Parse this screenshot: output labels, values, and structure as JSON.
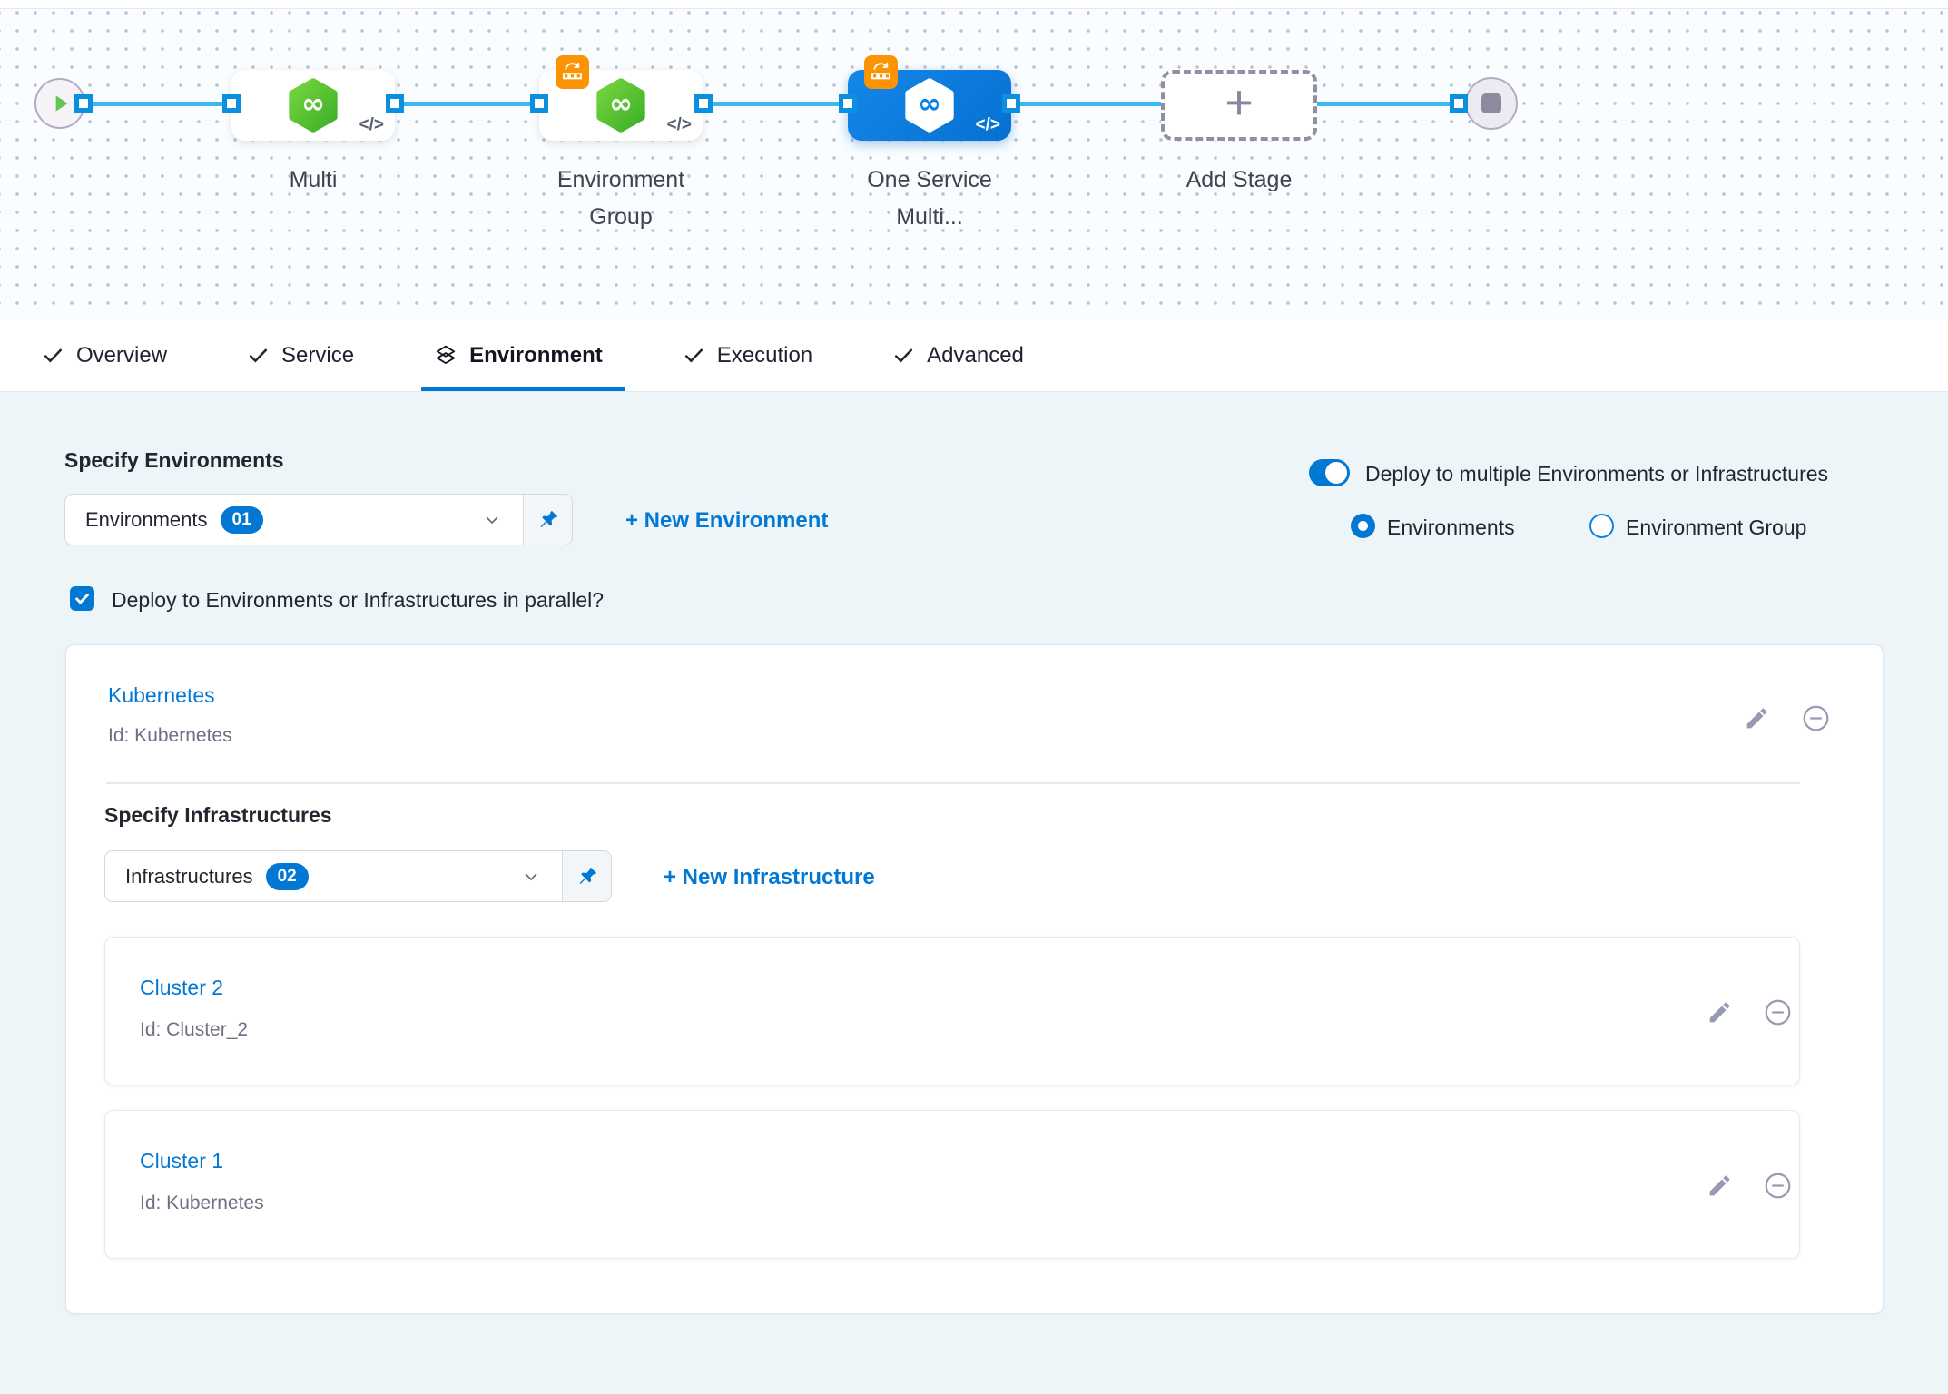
{
  "pipeline": {
    "stages": [
      {
        "label": "Multi",
        "selected": false
      },
      {
        "label": "Environment Group",
        "selected": false
      },
      {
        "label": "One Service Multi...",
        "selected": true
      },
      {
        "label": "Add Stage",
        "selected": false
      }
    ]
  },
  "glyphs": {
    "code": "</>",
    "plus": "+",
    "infinity": "∞"
  },
  "icons": {
    "tab_done": "check-icon",
    "environment_tab": "layers-diamond-icon",
    "stage_service": "hexagon-infinity-icon",
    "stage_badge": "rollback-steps-icon",
    "dropdown": "chevron-down-icon",
    "pin": "pushpin-icon",
    "edit": "pencil-icon",
    "remove": "minus-circle-icon",
    "start": "play-icon",
    "end": "stop-icon"
  },
  "tabs": [
    {
      "label": "Overview"
    },
    {
      "label": "Service"
    },
    {
      "label": "Environment"
    },
    {
      "label": "Execution"
    },
    {
      "label": "Advanced"
    }
  ],
  "environment_tab": {
    "specify_environments": {
      "heading": "Specify Environments",
      "dropdown_label": "Environments",
      "dropdown_count": "01",
      "new_environment_link": "+ New Environment"
    },
    "deploy_multiple": {
      "toggle_label": "Deploy to multiple Environments or Infrastructures",
      "option_environments": "Environments",
      "option_environment_group": "Environment Group"
    },
    "parallel_checkbox_label": "Deploy to Environments or Infrastructures in parallel?",
    "environment_card": {
      "name": "Kubernetes",
      "id": "Id: Kubernetes",
      "specify_infrastructures": {
        "heading": "Specify Infrastructures",
        "dropdown_label": "Infrastructures",
        "dropdown_count": "02",
        "new_infrastructure_link": "+ New Infrastructure"
      },
      "infrastructures": [
        {
          "name": "Cluster 2",
          "id": "Id: Cluster_2"
        },
        {
          "name": "Cluster 1",
          "id": "Id: Kubernetes"
        }
      ]
    }
  },
  "colors": {
    "accent": "#0278d5",
    "connector_line": "#3cb8ee",
    "node_green": "#42ba2e",
    "badge_orange": "#fb9304",
    "selected_node_blue": "#0b82e2"
  }
}
